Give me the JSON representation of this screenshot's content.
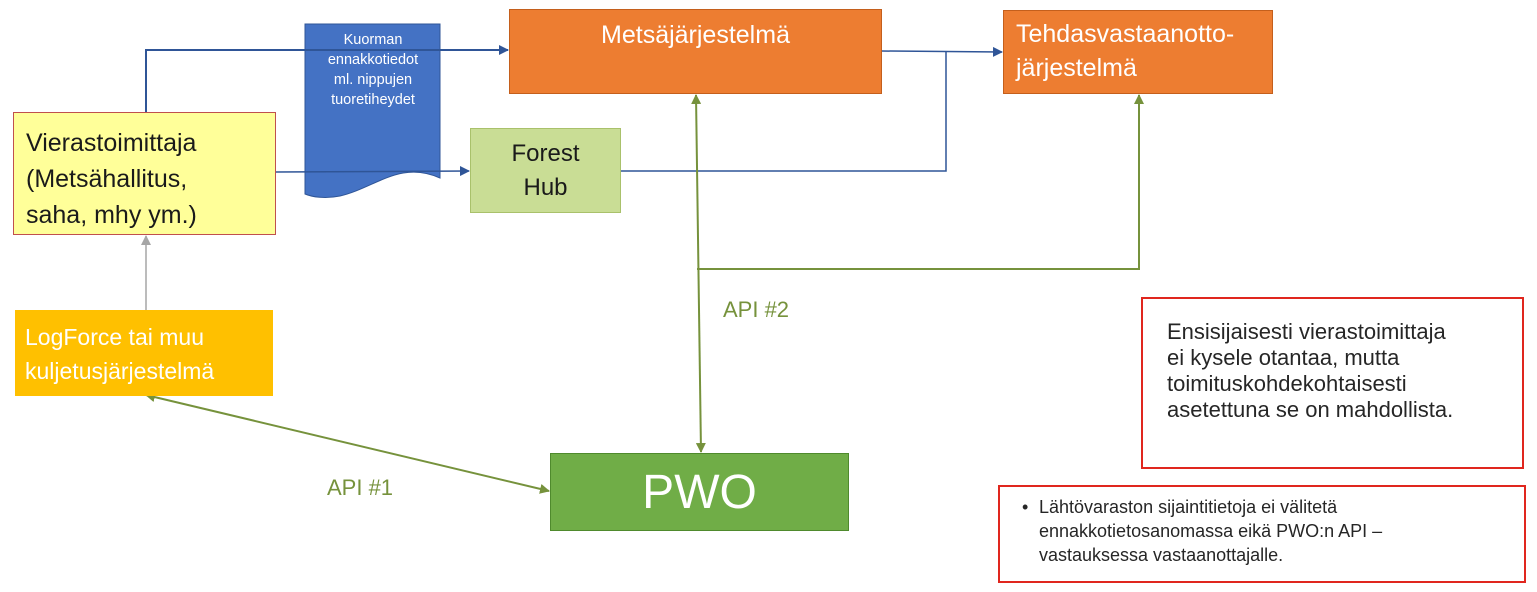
{
  "nodes": {
    "vierastoimittaja": "Vierastoimittaja\n(Metsähallitus,\nsaha, mhy ym.)",
    "logforce": "LogForce tai muu\nkuljetusjärjestelmä",
    "forest_hub": "Forest\nHub",
    "metsajarjestelma": "Metsäjärjestelmä",
    "tehdasvastaanotto": "Tehdasvastaanotto-\njärjestelmä",
    "pwo": "PWO",
    "kuorman_document": "Kuorman\nennakkotiedot\nml. nippujen\ntuoretiheydet"
  },
  "labels": {
    "api1": "API #1",
    "api2": "API #2"
  },
  "notes": {
    "note1": "Ensisijaisesti vierastoimittaja\nei kysele otantaa, mutta\ntoimituskohdekohtaisesti\nasetettuna se on mahdollista.",
    "note2_bullet": "•",
    "note2": "Lähtövaraston sijaintitietoja ei välitetä\nennakkotietosanomassa eikä PWO:n API –\nvastauksessa vastaanottajalle."
  },
  "colors": {
    "flow_blue": "#2f5597",
    "api_green": "#76923c",
    "gray_arrow": "#a6a6a6",
    "document_blue": "#4472c4",
    "note_border_red": "#e0261e"
  }
}
